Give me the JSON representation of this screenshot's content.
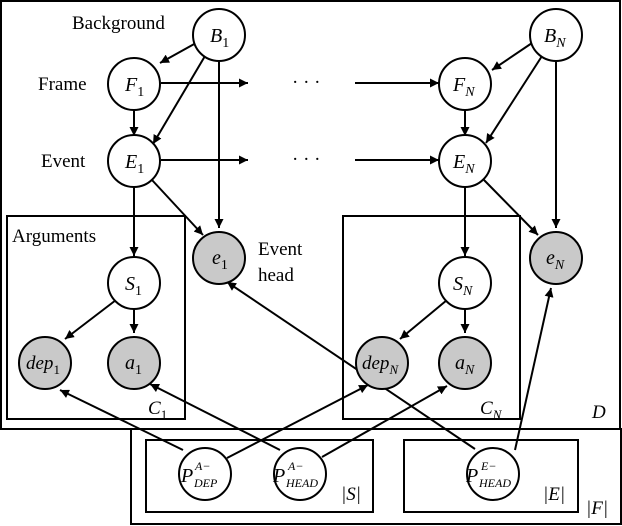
{
  "labels": {
    "background": "Background",
    "frame": "Frame",
    "event": "Event",
    "arguments": "Arguments",
    "event_head_1": "Event",
    "event_head_2": "head",
    "dots_frame": "· · ·",
    "dots_event": "· · ·"
  },
  "nodes": {
    "B1": {
      "base": "B",
      "sub": "1"
    },
    "BN": {
      "base": "B",
      "sub": "N"
    },
    "F1": {
      "base": "F",
      "sub": "1"
    },
    "FN": {
      "base": "F",
      "sub": "N"
    },
    "E1": {
      "base": "E",
      "sub": "1"
    },
    "EN": {
      "base": "E",
      "sub": "N"
    },
    "e1": {
      "base": "e",
      "sub": "1"
    },
    "eN": {
      "base": "e",
      "sub": "N"
    },
    "S1": {
      "base": "S",
      "sub": "1"
    },
    "SN": {
      "base": "S",
      "sub": "N"
    },
    "dep1": {
      "base": "dep",
      "sub": "1"
    },
    "depN": {
      "base": "dep",
      "sub": "N"
    },
    "a1": {
      "base": "a",
      "sub": "1"
    },
    "aN": {
      "base": "a",
      "sub": "N"
    },
    "PDEP": {
      "base": "P",
      "sup": "A−",
      "sub": "DEP"
    },
    "PHEAD": {
      "base": "P",
      "sup": "A−",
      "sub": "HEAD"
    },
    "PEHEAD": {
      "base": "P",
      "sup": "E−",
      "sub": "HEAD"
    }
  },
  "plates": {
    "D": {
      "base": "D"
    },
    "C1": {
      "base": "C",
      "sub": "1"
    },
    "CN": {
      "base": "C",
      "sub": "N"
    },
    "S": "|S|",
    "E": "|E|",
    "F": "|F|"
  }
}
